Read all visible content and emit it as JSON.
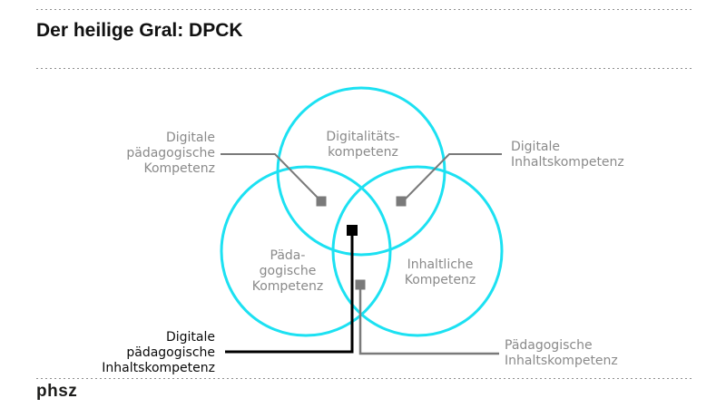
{
  "slide": {
    "title": "Der heilige Gral: DPCK",
    "footer_logo": "phsz"
  },
  "venn": {
    "colors": {
      "circle_stroke": "#1ce1f2",
      "label_gray": "#8a8a8a",
      "connector_gray": "#7a7a7a",
      "emphasis_black": "#000000"
    },
    "circles": [
      {
        "id": "digitalitaetskompetenz",
        "label": "Digitalitäts-\nkompetenz"
      },
      {
        "id": "paedagogische-kompetenz",
        "label": "Päda-\ngogische\nKompetenz"
      },
      {
        "id": "inhaltliche-kompetenz",
        "label": "Inhaltliche\nKompetenz"
      }
    ],
    "intersections": [
      {
        "id": "dpk",
        "label": "Digitale\npädagogische\nKompetenz",
        "emphasis": false
      },
      {
        "id": "dik",
        "label": "Digitale\nInhaltskompetenz",
        "emphasis": false
      },
      {
        "id": "pik",
        "label": "Pädagogische\nInhaltskompetenz",
        "emphasis": false
      },
      {
        "id": "dpik",
        "label": "Digitale\npädagogische\nInhaltskompetenz",
        "emphasis": true
      }
    ]
  }
}
